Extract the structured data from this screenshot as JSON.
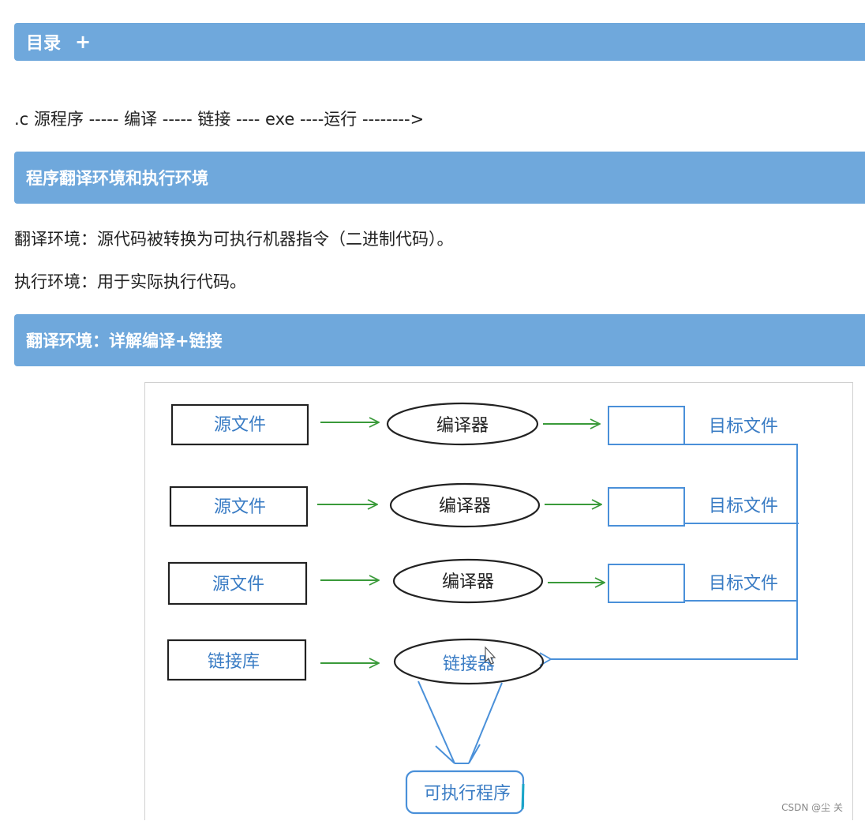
{
  "toc": {
    "title": "目录",
    "toggle": "+"
  },
  "flow_line": ".c 源程序 ----- 编译 ----- 链接 ---- exe ----运行 -------->",
  "section1": {
    "heading": "程序翻译环境和执行环境",
    "p1": "翻译环境：源代码被转换为可执行机器指令（二进制代码）。",
    "p2": "执行环境：用于实际执行代码。"
  },
  "section2": {
    "heading": "翻译环境：详解编译+链接"
  },
  "diagram": {
    "source_file": "源文件",
    "compiler": "编译器",
    "object_file": "目标文件",
    "library": "链接库",
    "linker": "链接器",
    "executable": "可执行程序",
    "colors": {
      "green": "#3a9a3a",
      "blue": "#4a90d9",
      "black": "#222222",
      "text_blue": "#3a7cc4"
    }
  },
  "watermark": "CSDN @尘 关"
}
